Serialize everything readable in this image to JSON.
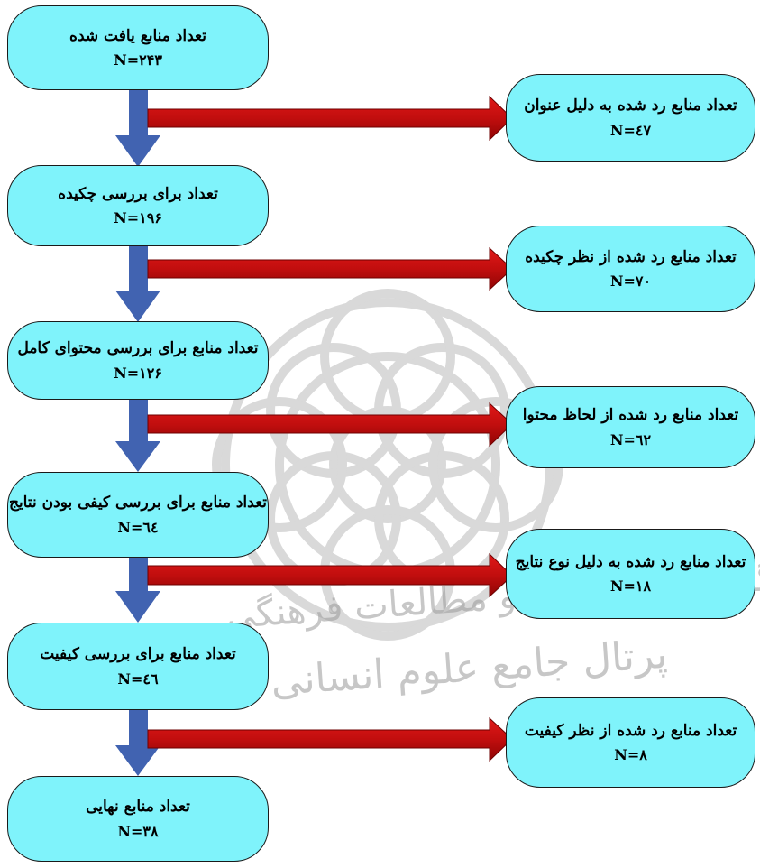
{
  "colors": {
    "box_fill": "#7ff3fb",
    "box_border": "#1a1a1a",
    "down_arrow": "#4163b1",
    "right_arrow": "#c10e0e"
  },
  "watermark": {
    "line1": "پژوهشگاه علوم انسانی و مطالعات فرهنگی",
    "line2": "پرتال جامع علوم انسانی"
  },
  "stages": [
    {
      "title": "تعداد منابع یافت شده",
      "count": "N=۲۴۳"
    },
    {
      "title": "تعداد برای بررسی چکیده",
      "count": "N=۱۹۶"
    },
    {
      "title": "تعداد منابع برای بررسی محتوای کامل",
      "count": "N=۱۲۶"
    },
    {
      "title": "تعداد منابع برای بررسی کیفی بودن نتایج",
      "count": "N=٦٤"
    },
    {
      "title": "تعداد منابع برای بررسی کیفیت",
      "count": "N=٤٦"
    },
    {
      "title": "تعداد منابع نهایی",
      "count": "N=۳۸"
    }
  ],
  "excluded": [
    {
      "title": "تعداد منابع رد شده به دلیل عنوان",
      "count": "N=٤٧"
    },
    {
      "title": "تعداد منابع رد شده از نظر چکیده",
      "count": "N=۷۰"
    },
    {
      "title": "تعداد منابع رد شده از لحاظ محتوا",
      "count": "N=٦٢"
    },
    {
      "title": "تعداد منابع رد شده به دلیل نوع نتایج",
      "count": "N=۱۸"
    },
    {
      "title": "تعداد منابع رد شده از نظر کیفیت",
      "count": "N=۸"
    }
  ]
}
